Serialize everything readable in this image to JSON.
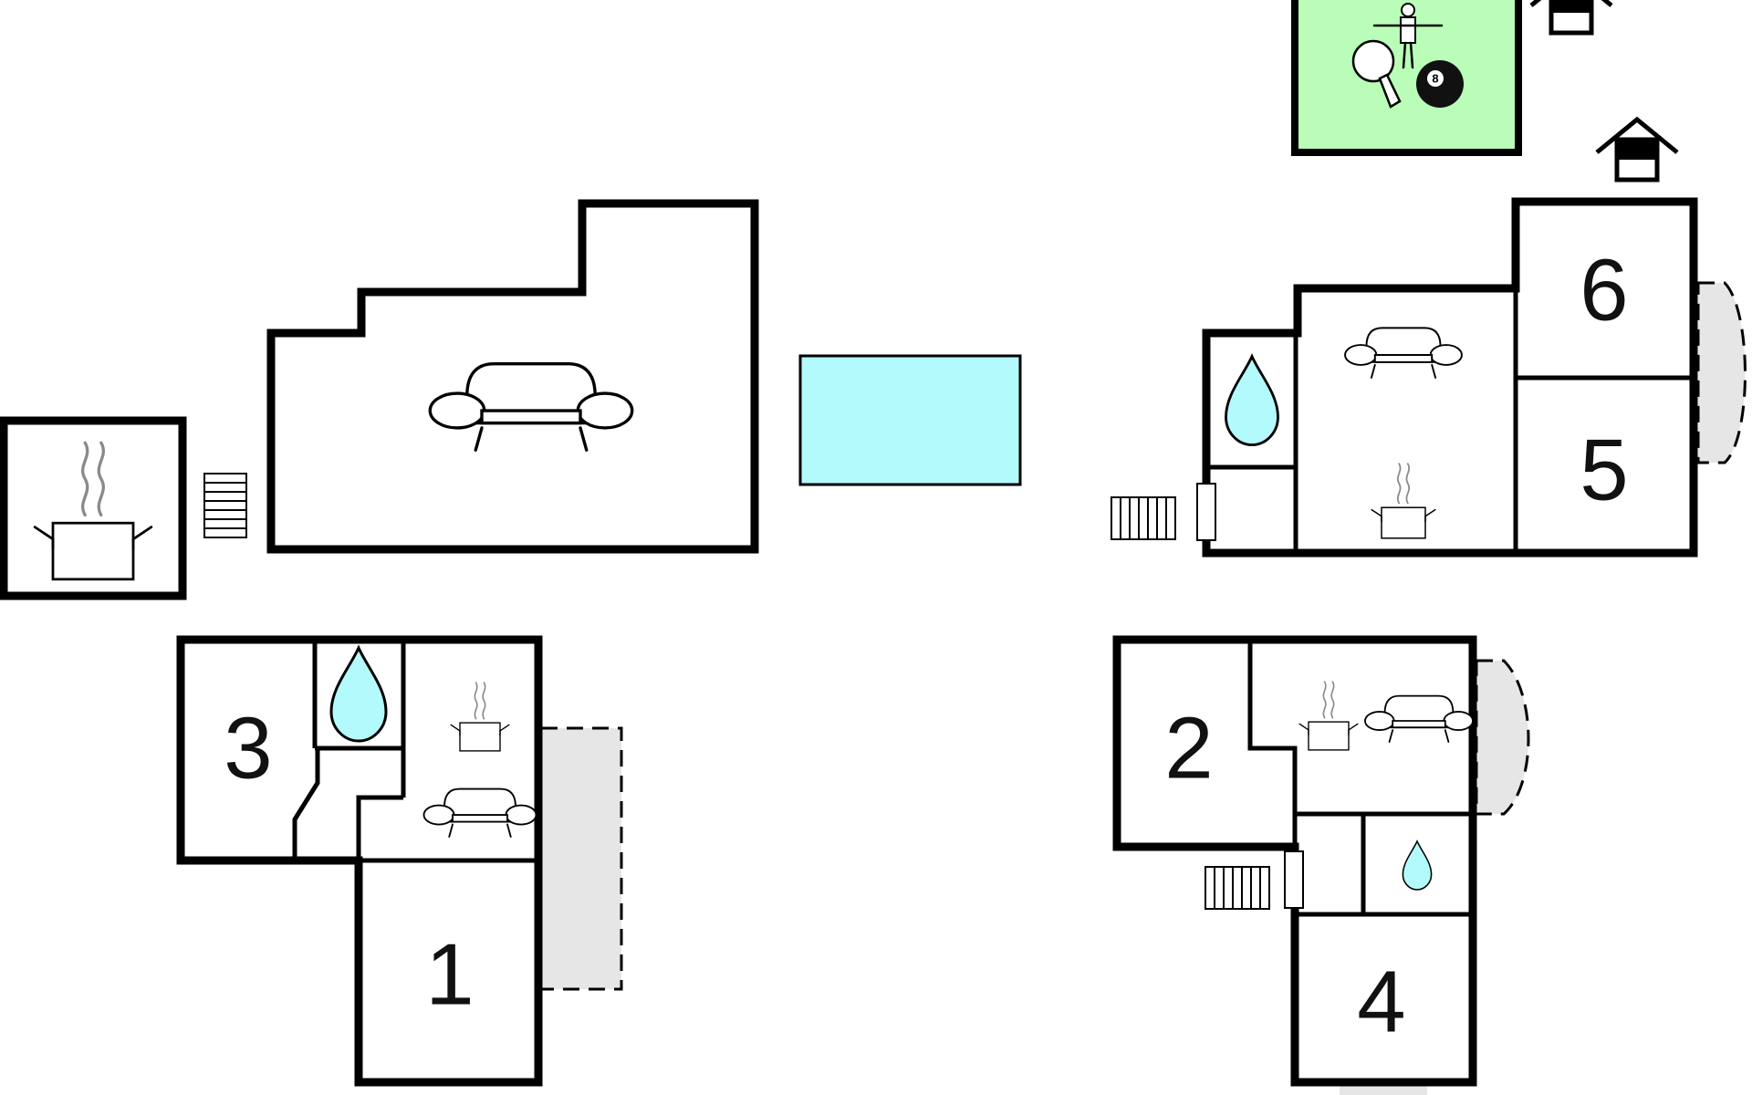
{
  "colors": {
    "wall": "#000000",
    "pool": "#b3fafd",
    "water_drop": "#b3fafd",
    "games_room": "#b9fdb8",
    "terrace": "#e6e6e6",
    "steam": "#8a8a8a"
  },
  "icons": [
    "cooking-pot-icon",
    "sofa-icon",
    "water-drop-icon",
    "stairs-icon",
    "house-icon",
    "ping-pong-icon",
    "billiard-ball-icon",
    "table-football-icon"
  ],
  "rooms": {
    "room_1": "1",
    "room_2": "2",
    "room_3": "3",
    "room_4": "4",
    "room_5": "5",
    "room_6": "6"
  },
  "billiard_ball": "8"
}
